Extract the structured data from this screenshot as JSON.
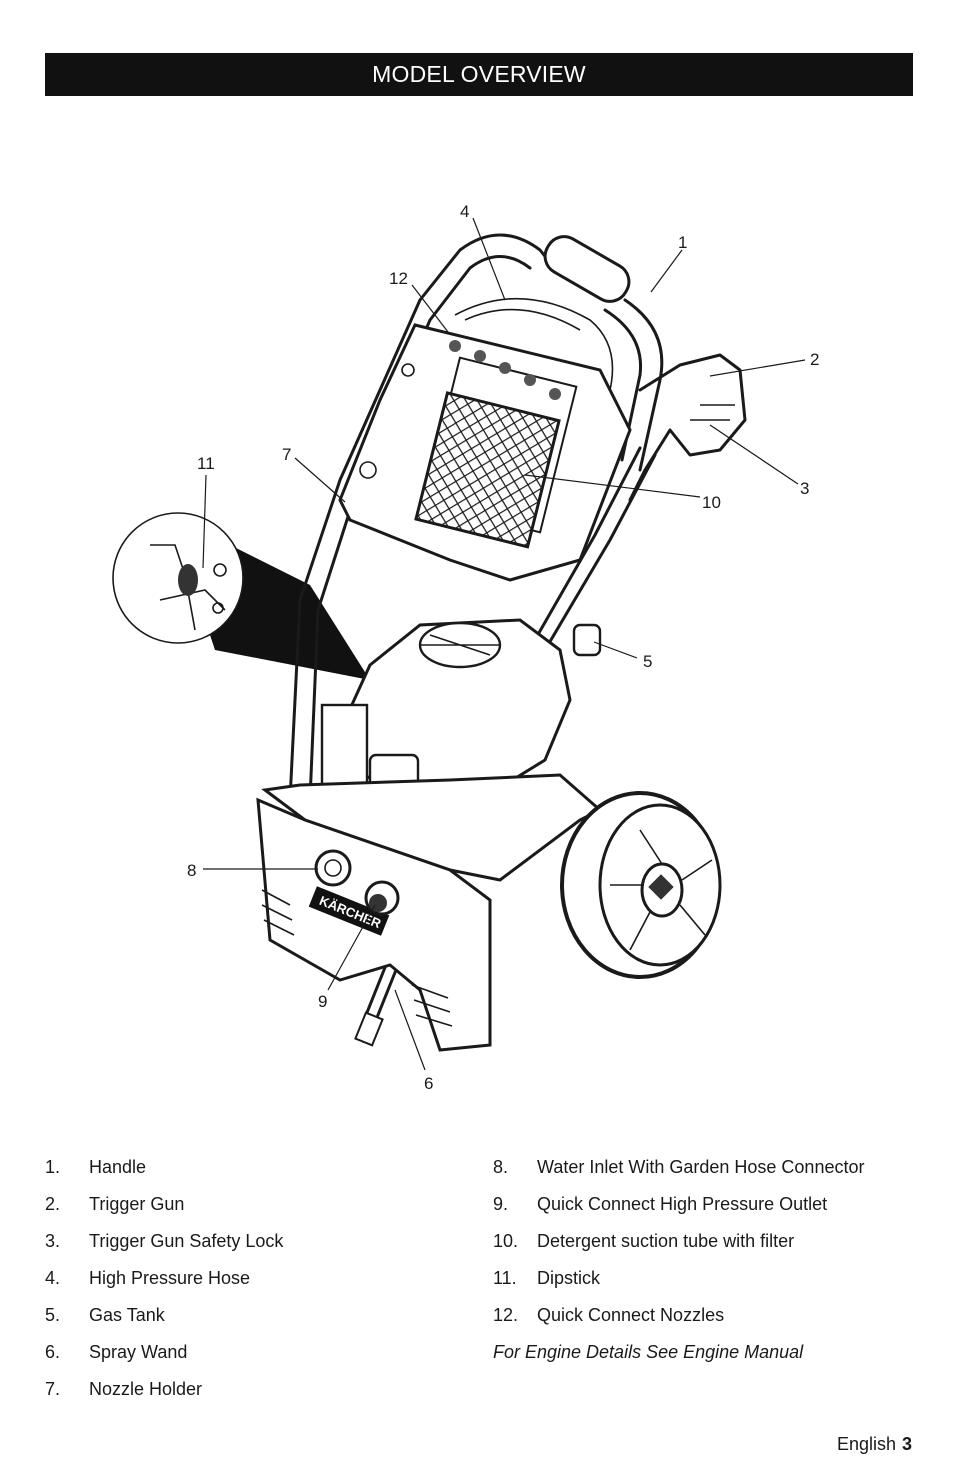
{
  "header": {
    "title": "MODEL OVERVIEW"
  },
  "callouts": {
    "c1": "1",
    "c2": "2",
    "c3": "3",
    "c4": "4",
    "c5": "5",
    "c6": "6",
    "c7": "7",
    "c8": "8",
    "c9": "9",
    "c10": "10",
    "c11": "11",
    "c12": "12"
  },
  "logo_text": "KÄRCHER",
  "parts_left": [
    {
      "num": "1.",
      "label": "Handle"
    },
    {
      "num": "2.",
      "label": "Trigger Gun"
    },
    {
      "num": "3.",
      "label": "Trigger Gun Safety Lock"
    },
    {
      "num": "4.",
      "label": "High Pressure Hose"
    },
    {
      "num": "5.",
      "label": "Gas Tank"
    },
    {
      "num": "6.",
      "label": "Spray Wand"
    },
    {
      "num": "7.",
      "label": "Nozzle Holder"
    }
  ],
  "parts_right": [
    {
      "num": "8.",
      "label": "Water Inlet With Garden Hose Connector"
    },
    {
      "num": "9.",
      "label": "Quick Connect High Pressure Outlet"
    },
    {
      "num": "10.",
      "label": "Detergent suction tube with filter"
    },
    {
      "num": "11.",
      "label": "Dipstick"
    },
    {
      "num": "12.",
      "label": "Quick Connect Nozzles"
    }
  ],
  "engine_note": "For Engine Details See Engine Manual",
  "footer": {
    "language": "English",
    "page": "3"
  }
}
